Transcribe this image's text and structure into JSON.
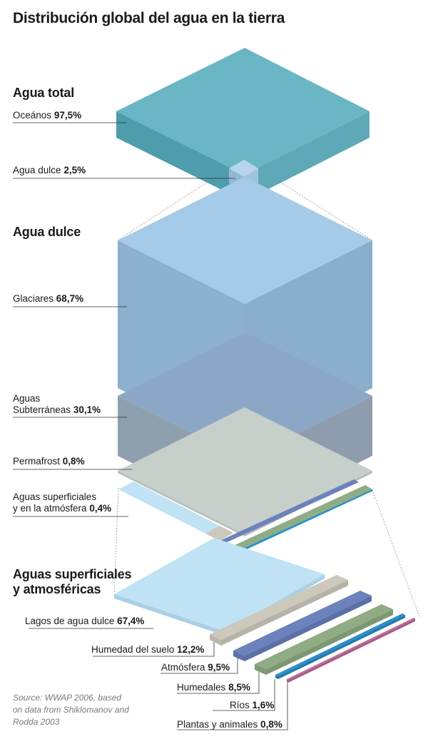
{
  "title": "Distribución global del agua en la tierra",
  "sections": {
    "total": "Agua total",
    "dulce": "Agua dulce",
    "superficiales_l1": "Aguas superficiales",
    "superficiales_l2": "y atmosféricas"
  },
  "labels": {
    "oceanos": {
      "name": "Oceános",
      "value": "97,5%"
    },
    "agua_dulce": {
      "name": "Agua dulce",
      "value": "2,5%"
    },
    "glaciares": {
      "name": "Glaciares",
      "value": "68,7%"
    },
    "subterraneas": {
      "name_l1": "Aguas",
      "name_l2": "Subterráneas",
      "value": "30,1%"
    },
    "permafrost": {
      "name": "Permafrost",
      "value": "0,8%"
    },
    "superficiales": {
      "name_l1": "Aguas superficiales",
      "name_l2": "y en la atmósfera",
      "value": "0,4%"
    },
    "lagos": {
      "name": "Lagos de agua dulce",
      "value": "67,4%"
    },
    "humedad": {
      "name": "Humedad del suelo",
      "value": "12,2%"
    },
    "atmosfera": {
      "name": "Atmósfera",
      "value": "9,5%"
    },
    "humedales": {
      "name": "Humedales",
      "value": "8,5%"
    },
    "rios": {
      "name": "Ríos",
      "value": "1,6%"
    },
    "plantas": {
      "name": "Plantas y animales",
      "value": "0,8%"
    }
  },
  "source_l1": "Source: WWAP 2006, based",
  "source_l2": "on data from Shiklomanov and",
  "source_l3": "Rodda 2003",
  "colors": {
    "ocean_top": "#6bb6c4",
    "ocean_left": "#4f9cac",
    "ocean_right": "#5ea8b8",
    "glacier_top": "#a5cbe8",
    "glacier_left": "#8cb0cd",
    "glacier_right": "#8aaecb",
    "ground_top": "#8ca6c6",
    "ground_side": "#8e9fae",
    "permafrost": "#c7cfcb",
    "surface": "#bfe3f5",
    "soil": "#cdc8bc",
    "atmosphere": "#6b82bc",
    "wetlands": "#8fac84",
    "rivers": "#2a8ec9",
    "plants": "#c06e9c"
  }
}
